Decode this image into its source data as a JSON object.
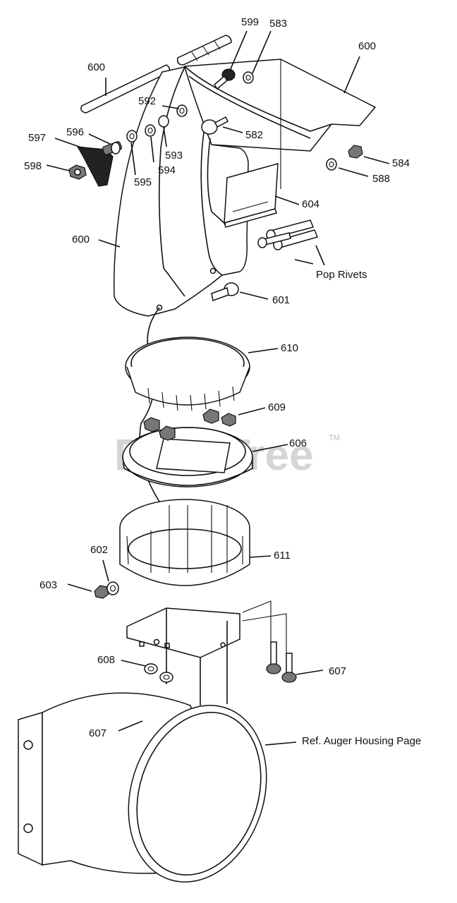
{
  "watermark": {
    "text": "PartsTree",
    "trademark": "TM"
  },
  "callouts": [
    {
      "id": "c600a",
      "text": "600"
    },
    {
      "id": "c599",
      "text": "599"
    },
    {
      "id": "c583",
      "text": "583"
    },
    {
      "id": "c600b",
      "text": "600"
    },
    {
      "id": "c592",
      "text": "592"
    },
    {
      "id": "c597",
      "text": "597"
    },
    {
      "id": "c596",
      "text": "596"
    },
    {
      "id": "c582",
      "text": "582"
    },
    {
      "id": "c593",
      "text": "593"
    },
    {
      "id": "c594",
      "text": "594"
    },
    {
      "id": "c598",
      "text": "598"
    },
    {
      "id": "c595",
      "text": "595"
    },
    {
      "id": "c584",
      "text": "584"
    },
    {
      "id": "c588",
      "text": "588"
    },
    {
      "id": "c604",
      "text": "604"
    },
    {
      "id": "c600c",
      "text": "600"
    },
    {
      "id": "cpop",
      "text": "Pop Rivets"
    },
    {
      "id": "c601",
      "text": "601"
    },
    {
      "id": "c610",
      "text": "610"
    },
    {
      "id": "c609",
      "text": "609"
    },
    {
      "id": "c606",
      "text": "606"
    },
    {
      "id": "c602",
      "text": "602"
    },
    {
      "id": "c611",
      "text": "611"
    },
    {
      "id": "c603",
      "text": "603"
    },
    {
      "id": "c608",
      "text": "608"
    },
    {
      "id": "c607a",
      "text": "607"
    },
    {
      "id": "c607b",
      "text": "607"
    },
    {
      "id": "cref",
      "text": "Ref. Auger Housing Page"
    }
  ]
}
